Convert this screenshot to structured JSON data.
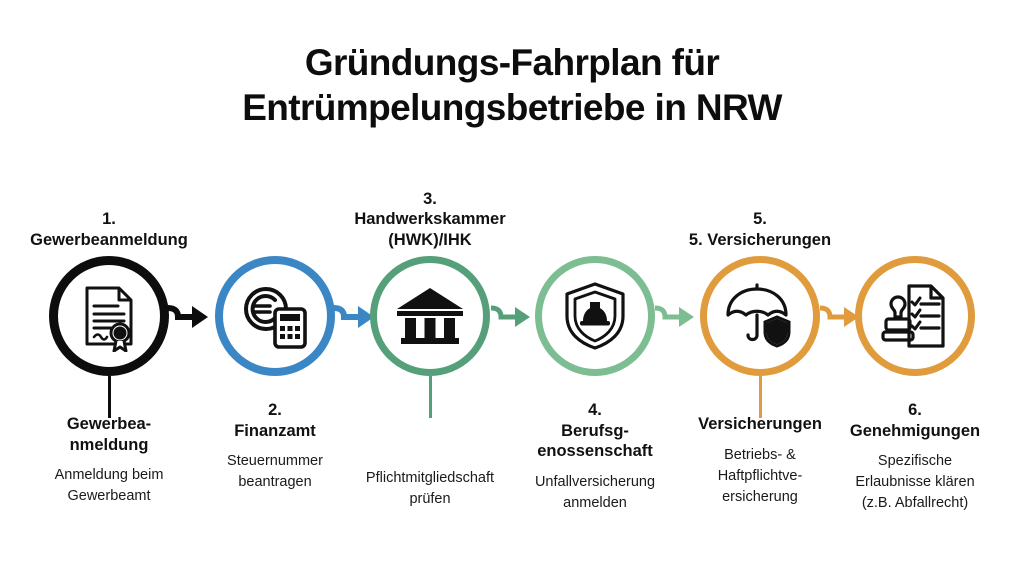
{
  "title": {
    "line1": "Gründungs-Fahrplan für",
    "line2": "Entrümpelungsbetriebe in NRW"
  },
  "colors": {
    "background": "#ffffff",
    "text": "#111111",
    "step1": "#0d0d0d",
    "step2": "#3b86c4",
    "step3": "#55a07a",
    "step4": "#7cbd91",
    "step5": "#e09b3d",
    "step6": "#e09b3d"
  },
  "steps": [
    {
      "number": "1.",
      "top_label": "1.\nGewerbeanmeldung",
      "top_number": "1.",
      "top_title": "Gewerbeanmeldung",
      "bottom_title": "Gewerbea-\nnmeldung",
      "bottom_title_line1": "Gewerbea-",
      "bottom_title_line2": "nmeldung",
      "desc_line1": "Anmeldung beim",
      "desc_line2": "Gewerbeamt",
      "icon": "certificate-document-seal-icon",
      "color": "#0d0d0d",
      "label_position": "top"
    },
    {
      "number": "2.",
      "bottom_number": "2.",
      "bottom_title": "Finanzamt",
      "desc_line1": "Steuernummer",
      "desc_line2": "beantragen",
      "icon": "euro-coin-calculator-icon",
      "color": "#3b86c4",
      "label_position": "bottom"
    },
    {
      "number": "3.",
      "top_number": "3.",
      "top_title_line1": "Handwerkskammer",
      "top_title_line2": "(HWK)/IHK",
      "desc_line1": "Pflichtmitgliedschaft",
      "desc_line2": "prüfen",
      "icon": "bank-building-icon",
      "color": "#55a07a",
      "label_position": "top"
    },
    {
      "number": "4.",
      "bottom_number": "4.",
      "bottom_title_line1": "Berufsg-",
      "bottom_title_line2": "enossenschaft",
      "desc_line1": "Unfallversicherung",
      "desc_line2": "anmelden",
      "icon": "shield-hardhat-icon",
      "color": "#7cbd91",
      "label_position": "bottom"
    },
    {
      "number": "5.",
      "top_number": "5.",
      "top_title": "5. Versicherungen",
      "bottom_title": "Versicherungen",
      "desc_line1": "Betriebs- &",
      "desc_line2": "Haftpflichtve-",
      "desc_line3": "ersicherung",
      "icon": "umbrella-shield-icon",
      "color": "#e09b3d",
      "label_position": "both"
    },
    {
      "number": "6.",
      "bottom_number": "6.",
      "bottom_title": "Genehmigungen",
      "desc_line1": "Spezifische",
      "desc_line2": "Erlaubnisse klären",
      "desc_line3": "(z.B. Abfallrecht)",
      "icon": "stamp-checklist-icon",
      "color": "#e09b3d",
      "label_position": "bottom"
    }
  ],
  "arrows": [
    {
      "from": "1",
      "to": "2",
      "color": "#0d0d0d"
    },
    {
      "from": "2",
      "to": "3",
      "color": "#3b86c4"
    },
    {
      "from": "3",
      "to": "4",
      "color": "#55a07a"
    },
    {
      "from": "4",
      "to": "5",
      "color": "#7cbd91"
    },
    {
      "from": "5",
      "to": "6",
      "color": "#e09b3d"
    }
  ]
}
